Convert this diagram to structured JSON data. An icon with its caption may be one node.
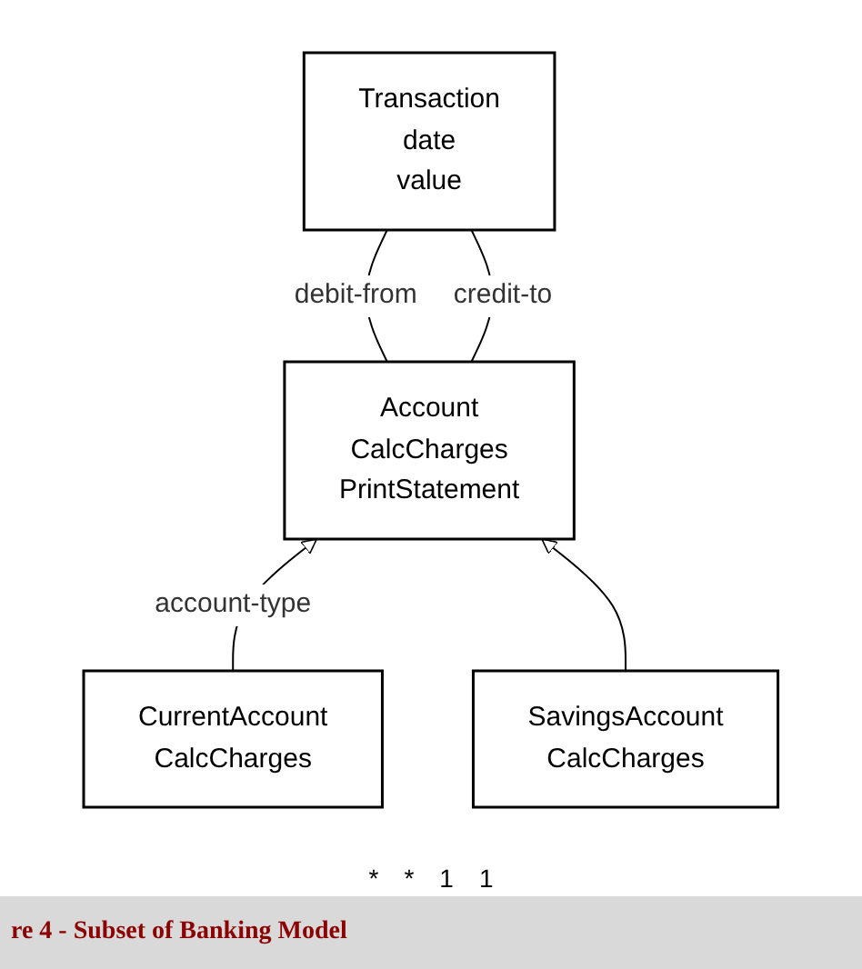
{
  "diagram": {
    "caption": "re 4 - Subset of Banking Model",
    "nodes": [
      {
        "text": [
          "Transaction",
          "date",
          "value"
        ]
      },
      {
        "text": [
          "Account",
          "CalcCharges",
          "PrintStatement"
        ]
      },
      {
        "text": [
          "CurrentAccount",
          "CalcCharges"
        ]
      },
      {
        "text": [
          "SavingsAccount",
          "CalcCharges"
        ]
      }
    ],
    "edges": [
      {
        "from": 0,
        "to": 1,
        "arrow": "none",
        "label": "debit-from"
      },
      {
        "from": 0,
        "to": 1,
        "arrow": "none",
        "label": "credit-to"
      },
      {
        "from": 2,
        "to": 1,
        "arrow": "to",
        "label": "account-type"
      },
      {
        "from": 3,
        "to": 1,
        "arrow": "to"
      }
    ],
    "labels": [
      "*",
      "*",
      "1",
      "1"
    ]
  }
}
